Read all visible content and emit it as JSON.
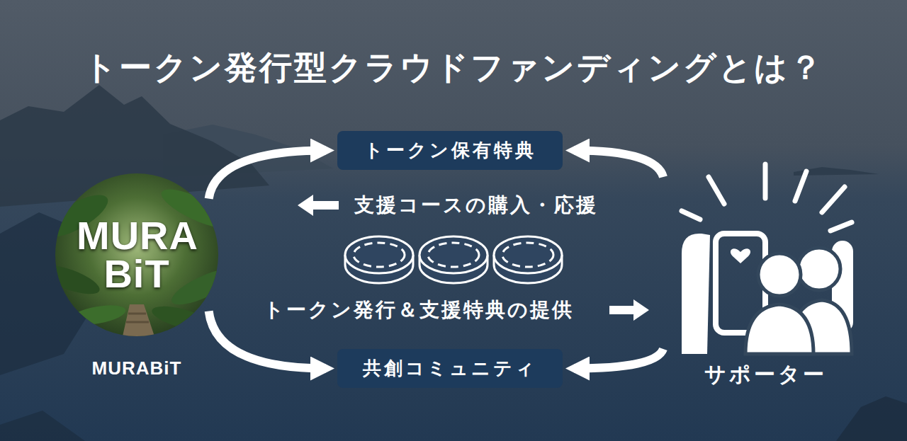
{
  "diagram": {
    "title": "トークン発行型クラウドファンディングとは？",
    "nodes": [
      {
        "text": [
          "MURA BiT",
          "MURABiT"
        ]
      },
      {
        "text": [
          "トークン保有特典"
        ]
      },
      {
        "text": [
          "共創コミュニティ"
        ]
      },
      {
        "text": [
          "サポーター"
        ]
      }
    ],
    "edges": [
      {
        "from": 0,
        "to": 1,
        "arrow": "to"
      },
      {
        "from": 3,
        "to": 1,
        "arrow": "to"
      },
      {
        "from": 0,
        "to": 2,
        "arrow": "to"
      },
      {
        "from": 3,
        "to": 2,
        "arrow": "to"
      }
    ],
    "labels": [
      "支援コースの購入・応援",
      "トークン発行＆支援特典の提供"
    ]
  }
}
